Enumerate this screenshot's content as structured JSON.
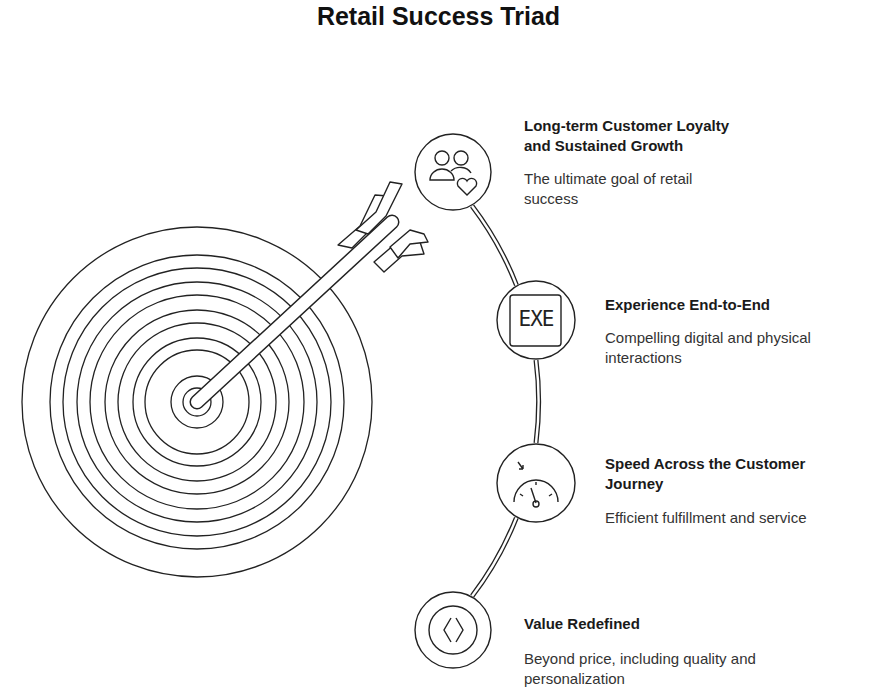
{
  "diagram": {
    "title": "Retail Success Triad",
    "nodes": [
      {
        "text": [
          "Long-term Customer Loyalty and Sustained Growth",
          "The ultimate goal of retail success"
        ]
      },
      {
        "text": [
          "Experience End-to-End",
          "Compelling digital and physical interactions"
        ]
      },
      {
        "text": [
          "Speed Across the Customer Journey",
          "Efficient fulfillment and service"
        ]
      },
      {
        "text": [
          "Value Redefined",
          "Beyond price, including quality and personalization"
        ]
      }
    ],
    "edges": [
      {
        "from": 0,
        "to": 1,
        "arrow": "none"
      },
      {
        "from": 1,
        "to": 2,
        "arrow": "none"
      },
      {
        "from": 2,
        "to": 3,
        "arrow": "none"
      }
    ],
    "labels": [
      "EXE"
    ]
  }
}
